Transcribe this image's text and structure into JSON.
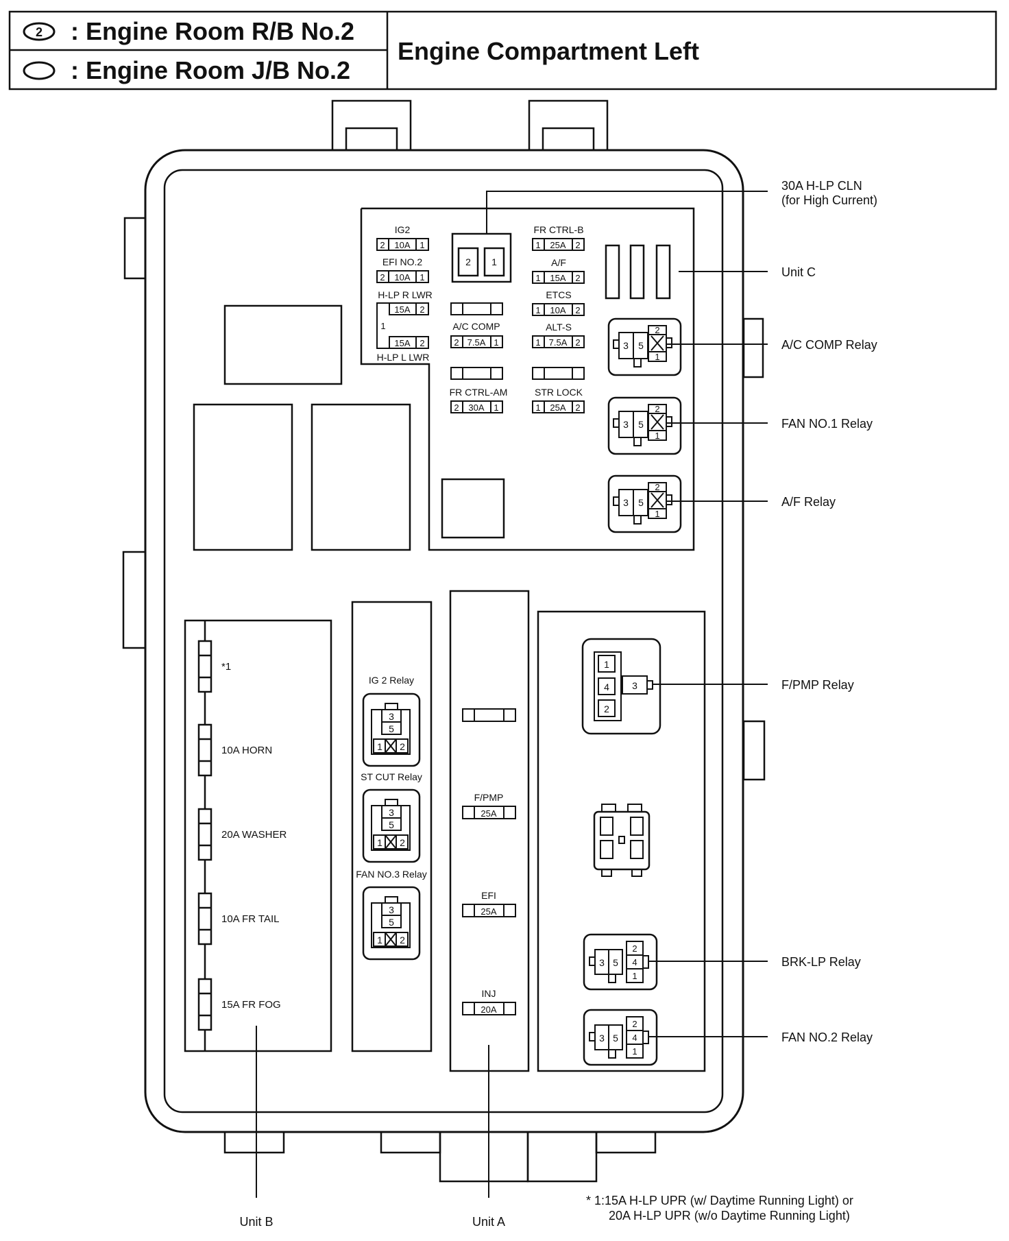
{
  "header": {
    "rb_badge": "2",
    "rb_text": ": Engine Room R/B No.2",
    "jb_text": ": Engine Room J/B No.2",
    "location": "Engine Compartment Left"
  },
  "top_fuses": {
    "ig2": {
      "name": "IG2",
      "left": "2",
      "amp": "10A",
      "right": "1"
    },
    "efi_no2": {
      "name": "EFI NO.2",
      "left": "2",
      "amp": "10A",
      "right": "1"
    },
    "hlp_r_lwr": {
      "name": "H-LP R LWR",
      "amp": "15A",
      "right": "2"
    },
    "hlp_common": "1",
    "hlp_l_lwr": {
      "name": "H-LP L LWR",
      "amp": "15A",
      "right": "2"
    },
    "fr_ctrl_b": {
      "name": "FR CTRL-B",
      "left": "1",
      "amp": "25A",
      "right": "2"
    },
    "af": {
      "name": "A/F",
      "left": "1",
      "amp": "15A",
      "right": "2"
    },
    "etcs": {
      "name": "ETCS",
      "left": "1",
      "amp": "10A",
      "right": "2"
    },
    "alt_s": {
      "name": "ALT-S",
      "left": "1",
      "amp": "7.5A",
      "right": "2"
    },
    "ac_comp": {
      "name": "A/C COMP",
      "left": "2",
      "amp": "7.5A",
      "right": "1"
    },
    "fr_ctrl_am": {
      "name": "FR CTRL-AM",
      "left": "2",
      "amp": "30A",
      "right": "1"
    },
    "str_lock": {
      "name": "STR LOCK",
      "left": "1",
      "amp": "25A",
      "right": "2"
    },
    "cln_terminals": [
      "2",
      "1"
    ]
  },
  "unit_b_fuses": [
    "*1",
    "10A HORN",
    "20A WASHER",
    "10A FR TAIL",
    "15A FR FOG"
  ],
  "mid_relays": {
    "ig2": {
      "name": "IG 2 Relay",
      "pins": [
        "3",
        "5",
        "1",
        "2"
      ]
    },
    "st_cut": {
      "name": "ST CUT Relay",
      "pins": [
        "3",
        "5",
        "1",
        "2"
      ]
    },
    "fan_no3": {
      "name": "FAN NO.3 Relay",
      "pins": [
        "3",
        "5",
        "1",
        "2"
      ]
    }
  },
  "unit_a_fuses": {
    "fpmp": {
      "name": "F/PMP",
      "amp": "25A"
    },
    "efi": {
      "name": "EFI",
      "amp": "25A"
    },
    "inj": {
      "name": "INJ",
      "amp": "20A"
    }
  },
  "relay_pins": {
    "small_three": [
      "3",
      "5",
      "2",
      "1"
    ],
    "fpmp": [
      "1",
      "4",
      "3",
      "2"
    ],
    "four": [
      "3",
      "5",
      "2",
      "4",
      "1"
    ]
  },
  "callouts": {
    "cln_line1": "30A H-LP CLN",
    "cln_line2": "(for High Current)",
    "unit_c": "Unit C",
    "ac_comp_relay": "A/C COMP Relay",
    "fan1_relay": "FAN NO.1 Relay",
    "af_relay": "A/F Relay",
    "fpmp_relay": "F/PMP Relay",
    "brk_lp_relay": "BRK-LP Relay",
    "fan2_relay": "FAN NO.2 Relay",
    "unit_b": "Unit B",
    "unit_a": "Unit A"
  },
  "footnote": {
    "line1": "* 1:15A H-LP UPR (w/ Daytime Running Light) or",
    "line2": "20A H-LP UPR (w/o Daytime Running Light)"
  }
}
